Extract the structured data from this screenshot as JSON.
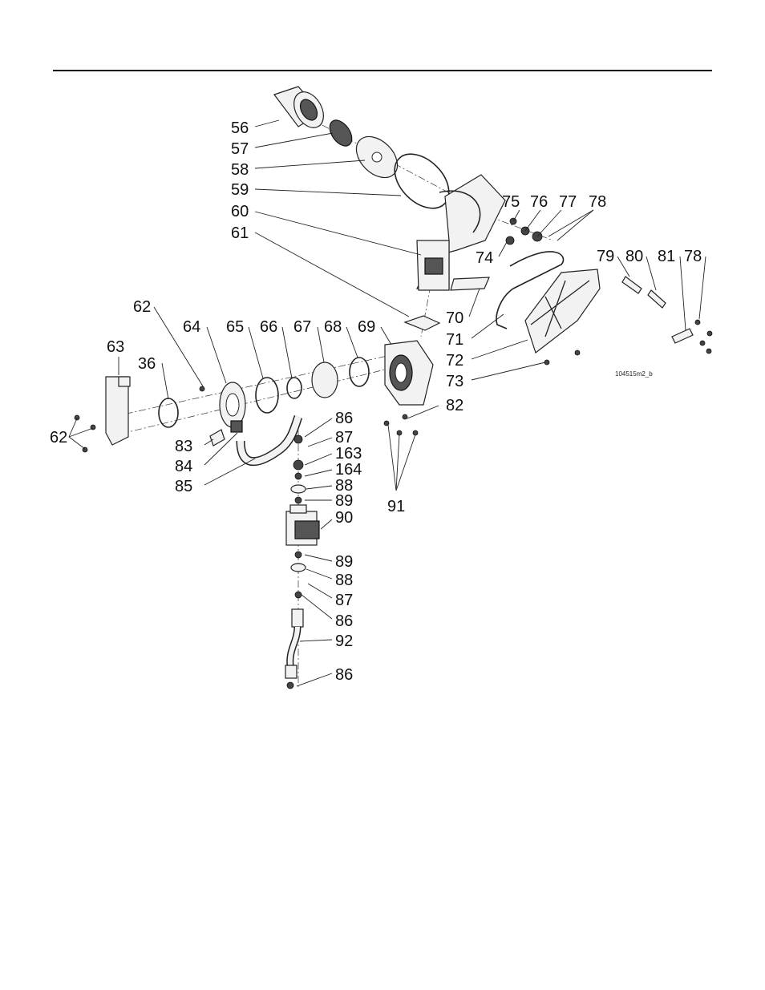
{
  "figure_code": "104515m2_b",
  "callouts": {
    "c56": "56",
    "c57": "57",
    "c58": "58",
    "c59": "59",
    "c60": "60",
    "c61": "61",
    "c75": "75",
    "c76": "76",
    "c77": "77",
    "c78a": "78",
    "c74": "74",
    "c79": "79",
    "c80": "80",
    "c81": "81",
    "c78b": "78",
    "c70": "70",
    "c71": "71",
    "c72": "72",
    "c73": "73",
    "c62a": "62",
    "c64": "64",
    "c65": "65",
    "c66": "66",
    "c67": "67",
    "c68": "68",
    "c69": "69",
    "c63": "63",
    "c36": "36",
    "c82": "82",
    "c62b": "62",
    "c86a": "86",
    "c87a": "87",
    "c163": "163",
    "c164": "164",
    "c88a": "88",
    "c89a": "89",
    "c90": "90",
    "c89b": "89",
    "c88b": "88",
    "c87b": "87",
    "c86b": "86",
    "c92": "92",
    "c86c": "86",
    "c83": "83",
    "c84": "84",
    "c85": "85",
    "c91": "91"
  }
}
